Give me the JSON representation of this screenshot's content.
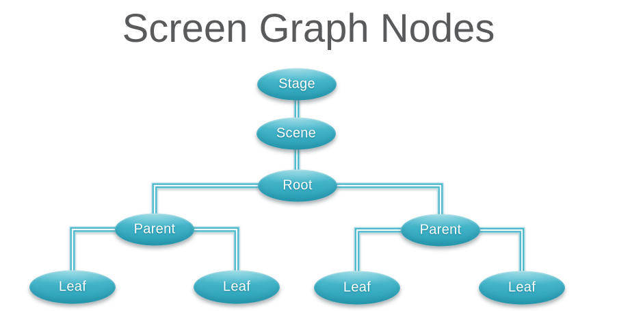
{
  "title": "Screen Graph Nodes",
  "colors": {
    "node_fill_top": "#5ec6d6",
    "node_fill_mid": "#3eb0c6",
    "node_fill_bottom": "#2aa0b7",
    "connector_outer_halo": "#a9dde7",
    "connector_line": "#44b3c7",
    "connector_core": "#ecf9fb",
    "title_text": "#595a5c",
    "node_text": "#ffffff",
    "background": "#ffffff"
  },
  "diagram": {
    "type": "tree",
    "nodes": [
      {
        "id": "stage",
        "label": "Stage",
        "level": 0
      },
      {
        "id": "scene",
        "label": "Scene",
        "level": 1
      },
      {
        "id": "root",
        "label": "Root",
        "level": 2
      },
      {
        "id": "parent-left",
        "label": "Parent",
        "level": 3
      },
      {
        "id": "parent-right",
        "label": "Parent",
        "level": 3
      },
      {
        "id": "leaf-1",
        "label": "Leaf",
        "level": 4
      },
      {
        "id": "leaf-2",
        "label": "Leaf",
        "level": 4
      },
      {
        "id": "leaf-3",
        "label": "Leaf",
        "level": 4
      },
      {
        "id": "leaf-4",
        "label": "Leaf",
        "level": 4
      }
    ],
    "edges": [
      {
        "from": "stage",
        "to": "scene"
      },
      {
        "from": "scene",
        "to": "root"
      },
      {
        "from": "root",
        "to": "parent-left"
      },
      {
        "from": "root",
        "to": "parent-right"
      },
      {
        "from": "parent-left",
        "to": "leaf-1"
      },
      {
        "from": "parent-left",
        "to": "leaf-2"
      },
      {
        "from": "parent-right",
        "to": "leaf-3"
      },
      {
        "from": "parent-right",
        "to": "leaf-4"
      }
    ]
  }
}
